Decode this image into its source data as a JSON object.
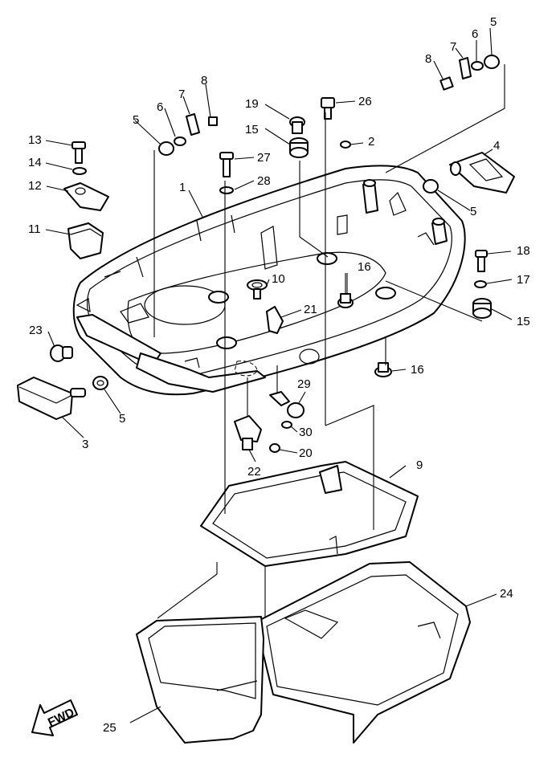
{
  "callouts": [
    {
      "id": "c1",
      "label": "1"
    },
    {
      "id": "c2",
      "label": "2"
    },
    {
      "id": "c3",
      "label": "3"
    },
    {
      "id": "c4",
      "label": "4"
    },
    {
      "id": "c5a",
      "label": "5"
    },
    {
      "id": "c5b",
      "label": "5"
    },
    {
      "id": "c5c",
      "label": "5"
    },
    {
      "id": "c5d",
      "label": "5"
    },
    {
      "id": "c6a",
      "label": "6"
    },
    {
      "id": "c6b",
      "label": "6"
    },
    {
      "id": "c7a",
      "label": "7"
    },
    {
      "id": "c7b",
      "label": "7"
    },
    {
      "id": "c8a",
      "label": "8"
    },
    {
      "id": "c8b",
      "label": "8"
    },
    {
      "id": "c9",
      "label": "9"
    },
    {
      "id": "c10",
      "label": "10"
    },
    {
      "id": "c11",
      "label": "11"
    },
    {
      "id": "c12",
      "label": "12"
    },
    {
      "id": "c13",
      "label": "13"
    },
    {
      "id": "c14",
      "label": "14"
    },
    {
      "id": "c15a",
      "label": "15"
    },
    {
      "id": "c15b",
      "label": "15"
    },
    {
      "id": "c16a",
      "label": "16"
    },
    {
      "id": "c16b",
      "label": "16"
    },
    {
      "id": "c17",
      "label": "17"
    },
    {
      "id": "c18",
      "label": "18"
    },
    {
      "id": "c19",
      "label": "19"
    },
    {
      "id": "c20",
      "label": "20"
    },
    {
      "id": "c21",
      "label": "21"
    },
    {
      "id": "c22",
      "label": "22"
    },
    {
      "id": "c23",
      "label": "23"
    },
    {
      "id": "c24",
      "label": "24"
    },
    {
      "id": "c25",
      "label": "25"
    },
    {
      "id": "c26",
      "label": "26"
    },
    {
      "id": "c27",
      "label": "27"
    },
    {
      "id": "c28",
      "label": "28"
    },
    {
      "id": "c29",
      "label": "29"
    },
    {
      "id": "c30",
      "label": "30"
    }
  ],
  "fwd_arrow": {
    "label": "FWD"
  }
}
